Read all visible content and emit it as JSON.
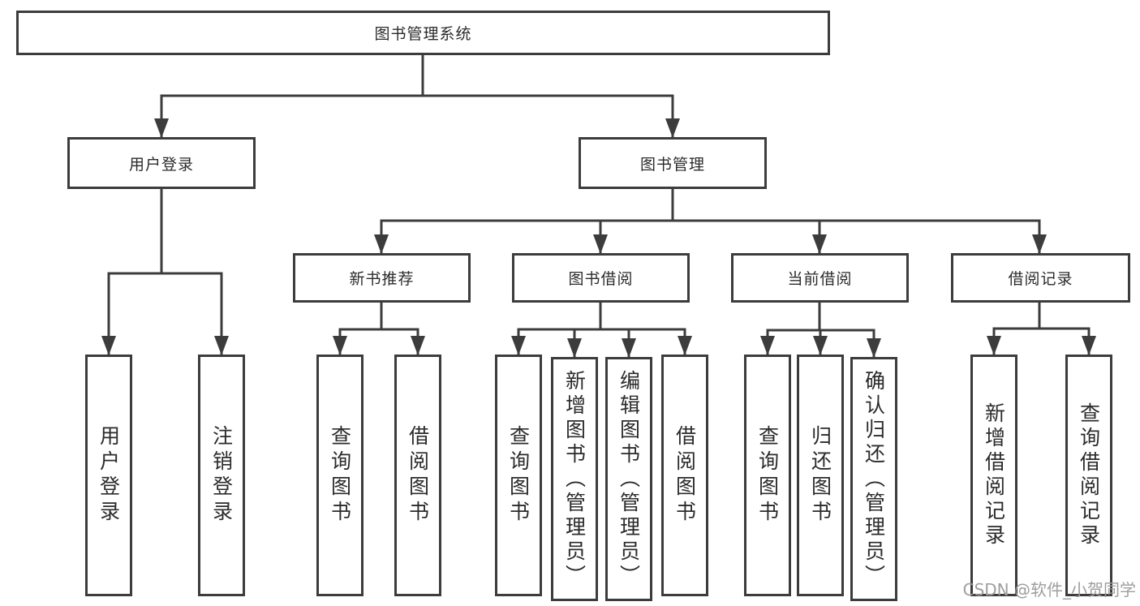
{
  "tree": {
    "root": "图书管理系统",
    "branches": [
      {
        "label": "用户登录",
        "children": [
          "用户登录",
          "注销登录"
        ]
      },
      {
        "label": "图书管理",
        "groups": [
          {
            "label": "新书推荐",
            "children": [
              "查询图书",
              "借阅图书"
            ]
          },
          {
            "label": "图书借阅",
            "children": [
              "查询图书",
              "新增图书（管理员）",
              "编辑图书（管理员）",
              "借阅图书"
            ]
          },
          {
            "label": "当前借阅",
            "children": [
              "查询图书",
              "归还图书",
              "确认归还（管理员）"
            ]
          },
          {
            "label": "借阅记录",
            "children": [
              "新增借阅记录",
              "查询借阅记录"
            ]
          }
        ]
      }
    ]
  },
  "watermark": "CSDN @软件_小贺同学",
  "colors": {
    "line": "#3c3c3c",
    "text": "#2b2b2b",
    "watermark": "#9e9e9e",
    "background": "#ffffff"
  }
}
